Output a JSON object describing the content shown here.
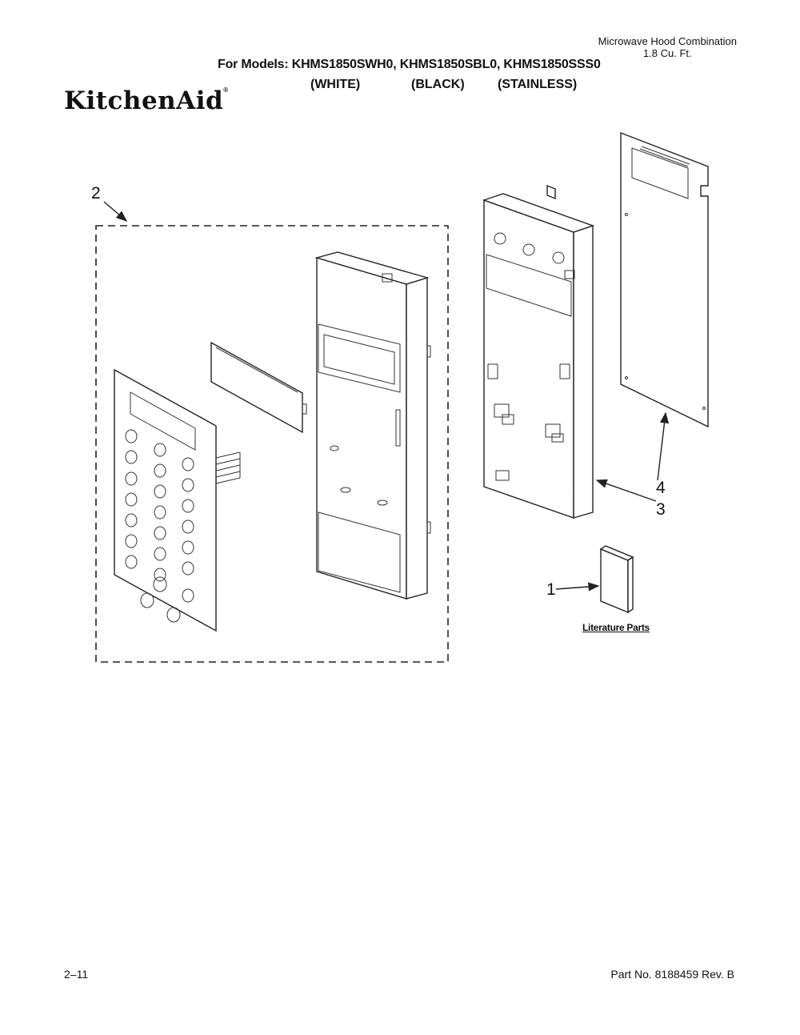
{
  "header": {
    "product_line1": "Microwave Hood Combination",
    "product_line2": "1.8 Cu. Ft.",
    "models_label": "For Models: KHMS1850SWH0, KHMS1850SBL0, KHMS1850SSS0",
    "colors": [
      "(WHITE)",
      "(BLACK)",
      "(STAINLESS)"
    ],
    "brand": "KitchenAid",
    "brand_mark": "®"
  },
  "callouts": [
    "1",
    "2",
    "3",
    "4"
  ],
  "literature_label": "Literature Parts",
  "footer": {
    "page": "2–11",
    "part_no": "Part No. 8188459 Rev. B"
  }
}
